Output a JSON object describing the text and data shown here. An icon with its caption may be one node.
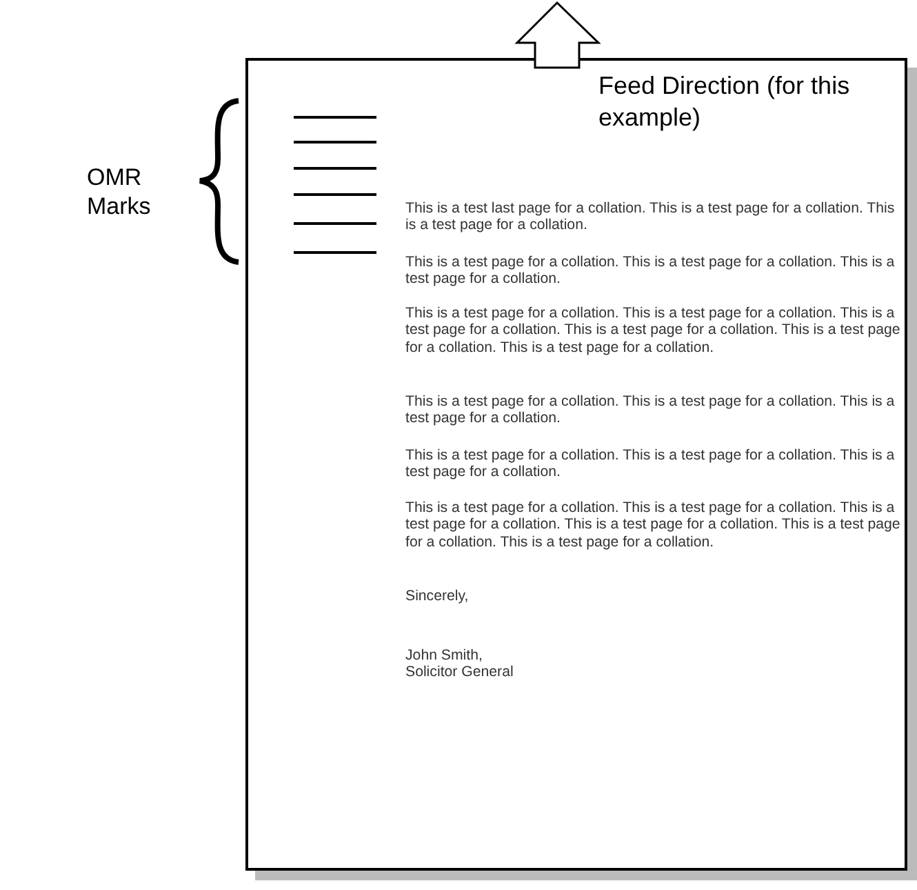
{
  "diagram": {
    "nodes": [
      {
        "text": [
          "This is a test last page for a collation. This is a test page for a collation. This is a test page for a collation.",
          "This is a test page for a collation. This is a test page for a collation. This is a test page for a collation.",
          "This is a test page for a collation. This is a test page for a collation. This is a test page for a collation. This is a test page for a collation. This is a test page for a collation. This is a test page for a collation.",
          "This is a test page for a collation. This is a test page for a collation. This is a test page for a collation.",
          "This is a test page for a collation. This is a test page for a collation. This is a test page for a collation.",
          "This is a test page for a collation. This is a test page for a collation. This is a test page for a collation. This is a test page for a collation. This is a test page for a collation. This is a test page for a collation.",
          "Sincerely,",
          "John Smith, Solicitor General"
        ]
      }
    ],
    "labels": [
      "OMR Marks",
      "Feed Direction (for this example)"
    ]
  }
}
